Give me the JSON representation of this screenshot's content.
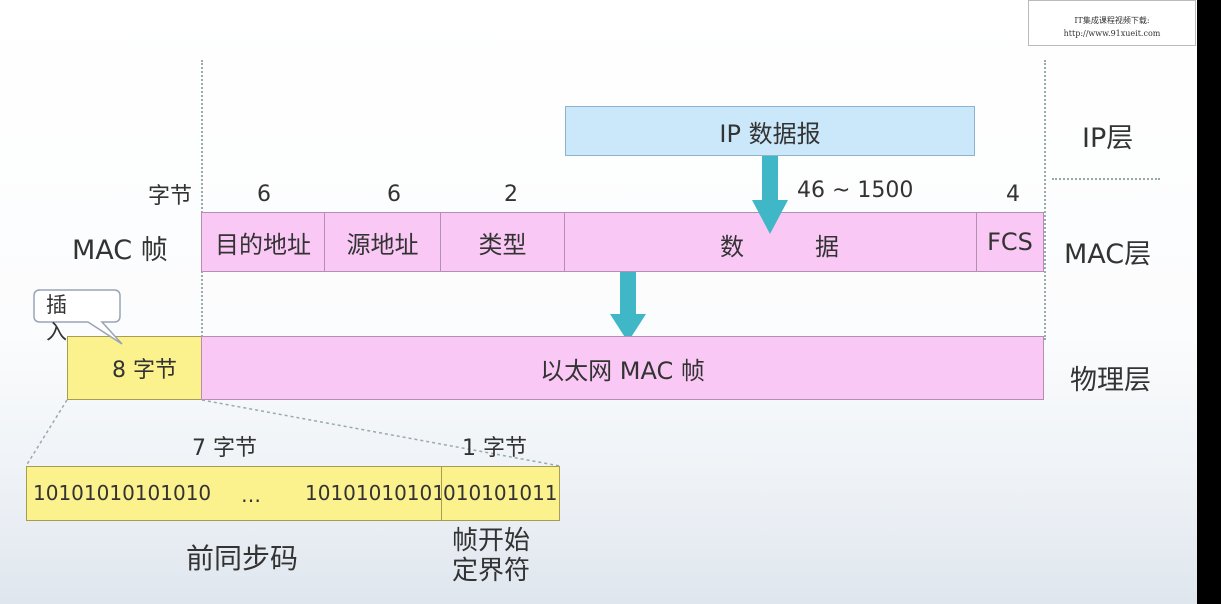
{
  "logo": {
    "line1": "IT集成课程视频下载:",
    "line2": "http://www.91xueit.com"
  },
  "ip_packet": {
    "label": "IP 数据报"
  },
  "layers": {
    "ip": "IP层",
    "mac": "MAC层",
    "physical": "物理层"
  },
  "mac_frame": {
    "row_label": "MAC 帧",
    "bytes_label": "字节",
    "byte_counts": [
      "6",
      "6",
      "2",
      "46 ~ 1500",
      "4"
    ],
    "fields": [
      "目的地址",
      "源地址",
      "类型",
      "数",
      "据",
      "FCS"
    ]
  },
  "physical": {
    "prefix_label": "8 字节",
    "frame_label": "以太网 MAC 帧",
    "callout": "插入"
  },
  "preamble": {
    "seven_bytes": "7 字节",
    "one_byte": "1 字节",
    "bits_left": "10101010101010",
    "ellipsis": "…",
    "bits_mid": "10101010101",
    "bits_right": "010101011",
    "sync_label": "前同步码",
    "sfd_label_1": "帧开始",
    "sfd_label_2": "定界符"
  },
  "colors": {
    "pink": "#f9c8f5",
    "yellow": "#fbf28e",
    "blue": "#cbe8fb",
    "arrow": "#3fb7c6"
  }
}
